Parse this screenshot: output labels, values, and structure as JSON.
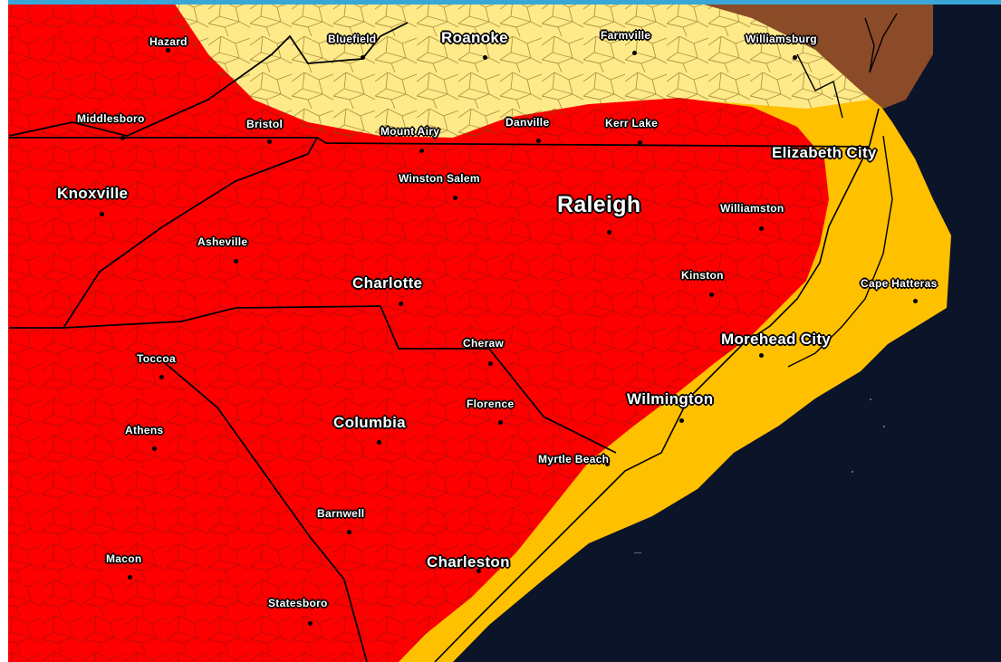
{
  "colors": {
    "red_zone": "#ff0000",
    "orange_zone": "#ffc000",
    "yellow_zone": "#ffea8a",
    "brown_zone": "#8b4a28",
    "ocean": "#0b1428",
    "county_line": "#6b2a10",
    "state_line": "#000000",
    "top_strip": "#3aa6d8"
  },
  "cities": [
    {
      "name": "Hazard"
    },
    {
      "name": "Bluefield"
    },
    {
      "name": "Roanoke"
    },
    {
      "name": "Farmville"
    },
    {
      "name": "Williamsburg"
    },
    {
      "name": "Middlesboro"
    },
    {
      "name": "Bristol"
    },
    {
      "name": "Mount Airy"
    },
    {
      "name": "Danville"
    },
    {
      "name": "Kerr Lake"
    },
    {
      "name": "Elizabeth City"
    },
    {
      "name": "Knoxville"
    },
    {
      "name": "Winston Salem"
    },
    {
      "name": "Raleigh"
    },
    {
      "name": "Williamston"
    },
    {
      "name": "Asheville"
    },
    {
      "name": "Charlotte"
    },
    {
      "name": "Kinston"
    },
    {
      "name": "Cape Hatteras"
    },
    {
      "name": "Morehead City"
    },
    {
      "name": "Cheraw"
    },
    {
      "name": "Toccoa"
    },
    {
      "name": "Wilmington"
    },
    {
      "name": "Florence"
    },
    {
      "name": "Athens"
    },
    {
      "name": "Columbia"
    },
    {
      "name": "Myrtle Beach"
    },
    {
      "name": "Barnwell"
    },
    {
      "name": "Macon"
    },
    {
      "name": "Charleston"
    },
    {
      "name": "Statesboro"
    }
  ]
}
